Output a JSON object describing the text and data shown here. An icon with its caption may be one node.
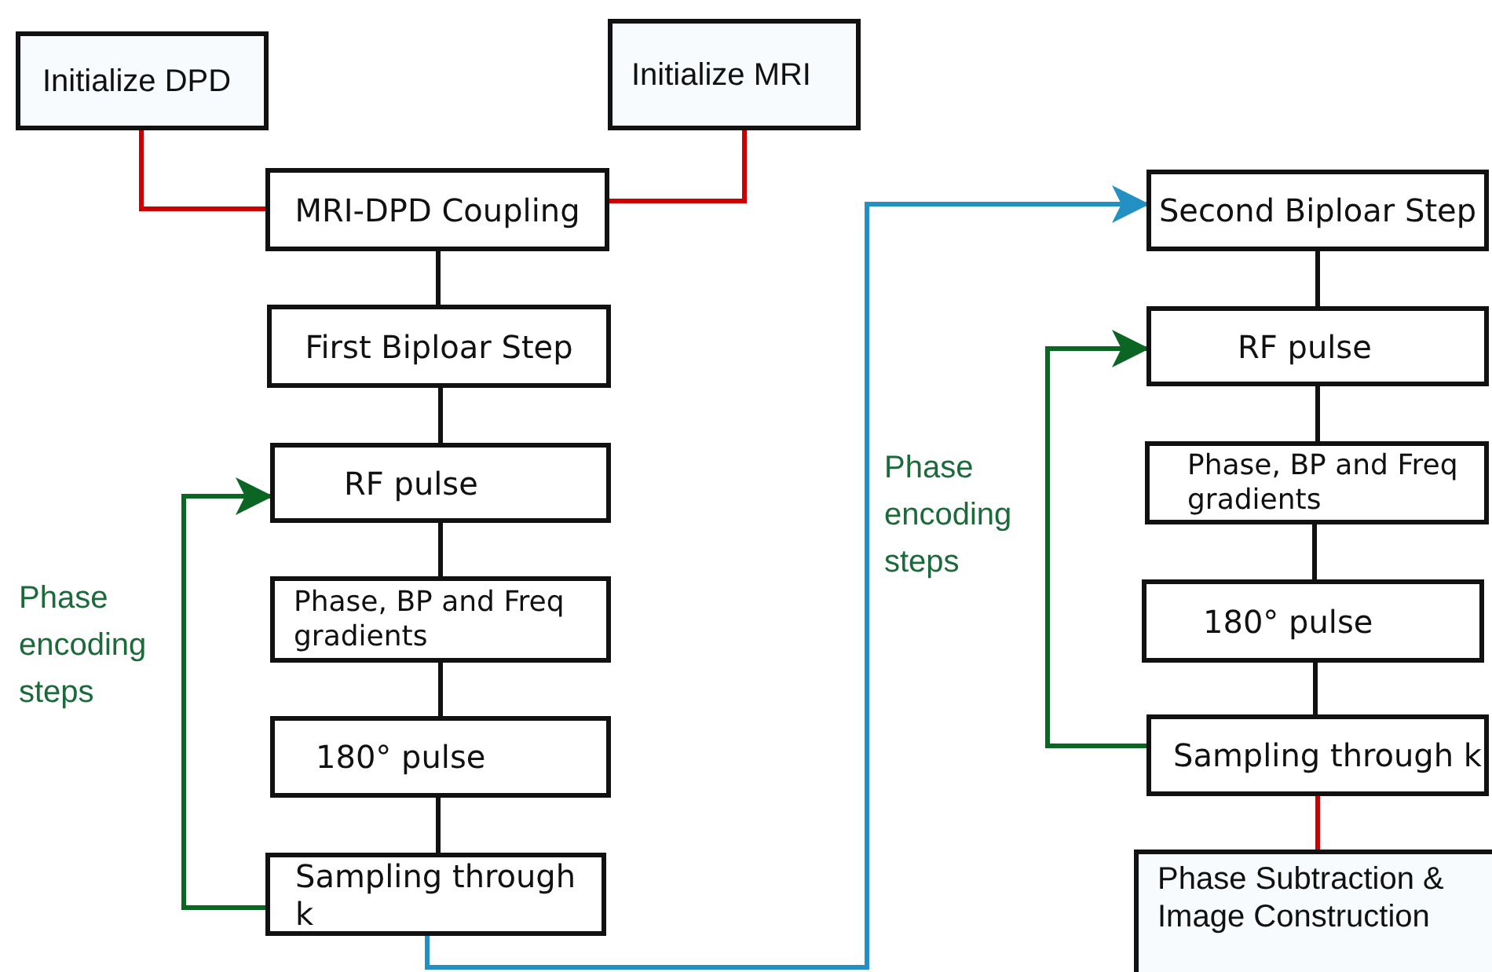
{
  "diagram": {
    "nodes": [
      {
        "text": [
          "Initialize DPD"
        ]
      },
      {
        "text": [
          "Initialize MRI"
        ]
      },
      {
        "text": [
          "MRI-DPD Coupling"
        ]
      },
      {
        "text": [
          "First Biploar Step"
        ]
      },
      {
        "text": [
          "RF pulse"
        ]
      },
      {
        "text": [
          "Phase, BP and Freq gradients"
        ]
      },
      {
        "text": [
          "180° pulse"
        ]
      },
      {
        "text": [
          "Sampling through k"
        ]
      },
      {
        "text": [
          "Second Biploar Step"
        ]
      },
      {
        "text": [
          "RF pulse"
        ]
      },
      {
        "text": [
          "Phase, BP and Freq gradients"
        ]
      },
      {
        "text": [
          "180° pulse"
        ]
      },
      {
        "text": [
          "Sampling through k"
        ]
      },
      {
        "text": [
          "Phase Subtraction & Image Construction"
        ]
      }
    ],
    "edges": [
      {
        "from": 0,
        "to": 2,
        "arrow": "none",
        "color": "#cc0000"
      },
      {
        "from": 1,
        "to": 2,
        "arrow": "none",
        "color": "#cc0000"
      },
      {
        "from": 2,
        "to": 3,
        "arrow": "none"
      },
      {
        "from": 3,
        "to": 4,
        "arrow": "none"
      },
      {
        "from": 4,
        "to": 5,
        "arrow": "none"
      },
      {
        "from": 5,
        "to": 6,
        "arrow": "none"
      },
      {
        "from": 6,
        "to": 7,
        "arrow": "none"
      },
      {
        "from": 7,
        "to": 4,
        "arrow": "to",
        "color": "#0b6623"
      },
      {
        "from": 7,
        "to": 8,
        "arrow": "to",
        "color": "#2390c4"
      },
      {
        "from": 8,
        "to": 9,
        "arrow": "none"
      },
      {
        "from": 9,
        "to": 10,
        "arrow": "none"
      },
      {
        "from": 10,
        "to": 11,
        "arrow": "none"
      },
      {
        "from": 11,
        "to": 12,
        "arrow": "none"
      },
      {
        "from": 12,
        "to": 9,
        "arrow": "to",
        "color": "#0b6623"
      },
      {
        "from": 12,
        "to": 13,
        "arrow": "none",
        "color": "#cc0000"
      }
    ],
    "labels": [
      "Phase encoding steps",
      "Phase encoding steps"
    ]
  }
}
